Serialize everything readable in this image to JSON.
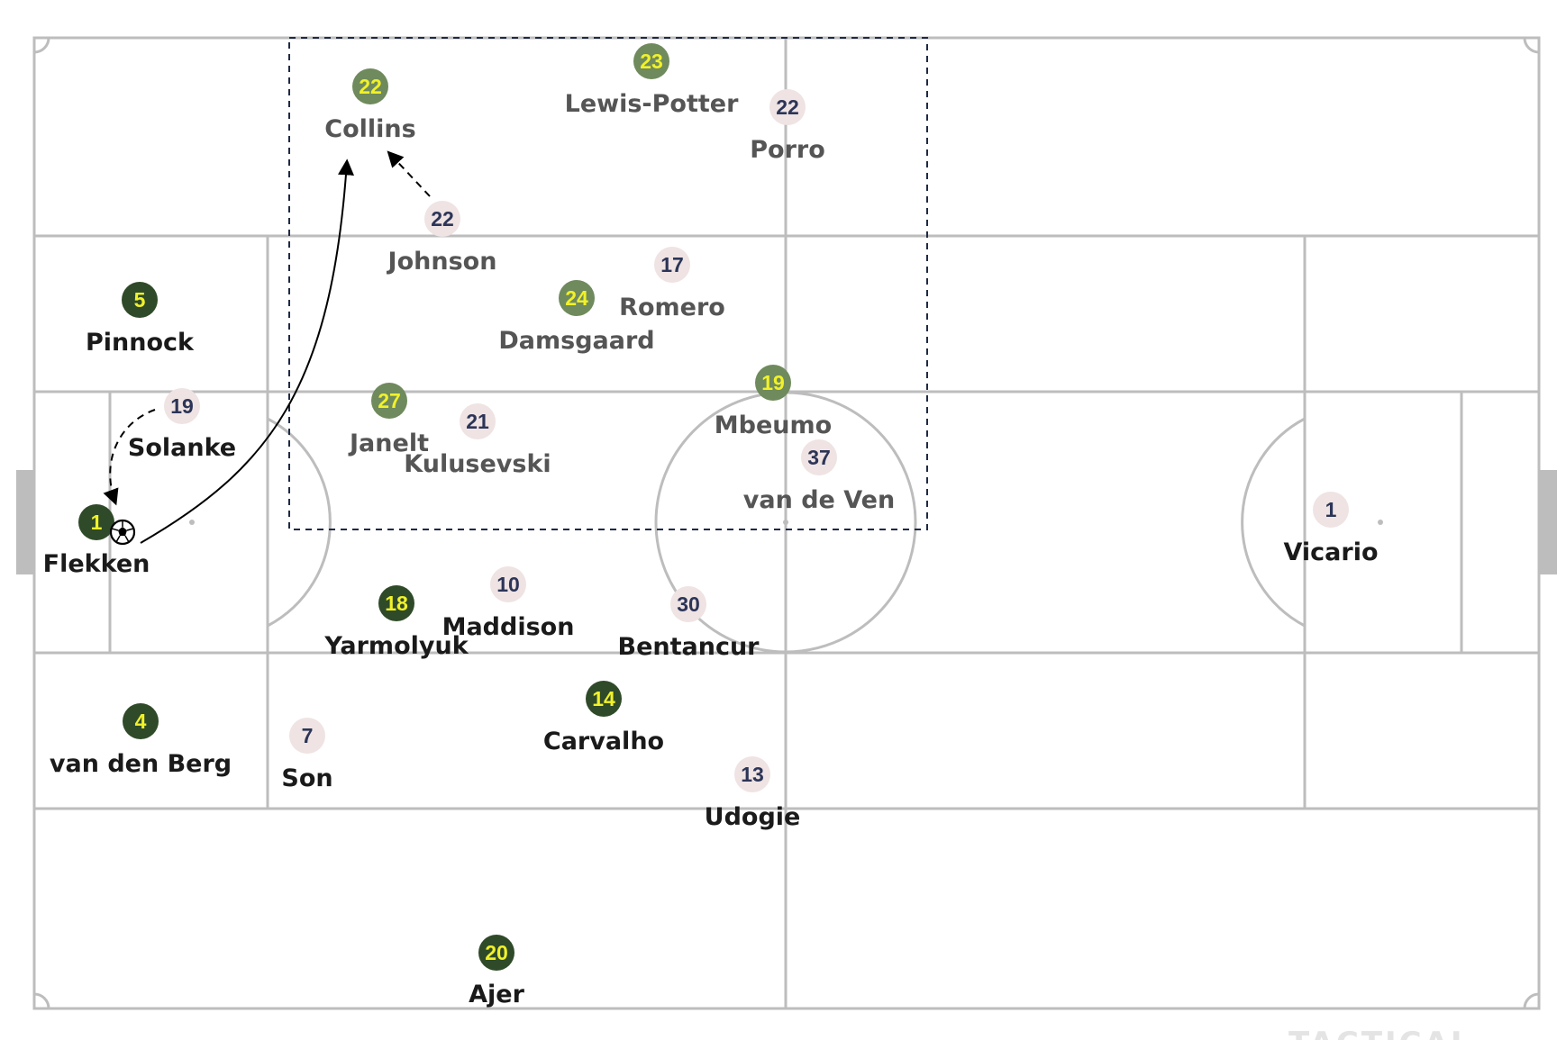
{
  "colors": {
    "line": "#bdbdbd",
    "goal": "#bdbdbd",
    "team_a_dark": "#2f4a28",
    "team_a_light": "#6f8a5c",
    "team_a_number": "#f1f12a",
    "team_b_fill": "#efe3e3",
    "team_b_number": "#2c3557",
    "label_dark": "#1a1a1a",
    "label_muted": "#555555",
    "zone": "#1f2a44",
    "arrow": "#000000"
  },
  "watermark": "TACTICAL",
  "players": [
    {
      "id": "flekken",
      "team": "a",
      "number": "1",
      "name": "Flekken",
      "shade": "dark"
    },
    {
      "id": "pinnock",
      "team": "a",
      "number": "5",
      "name": "Pinnock",
      "shade": "dark"
    },
    {
      "id": "vandenberg",
      "team": "a",
      "number": "4",
      "name": "van den Berg",
      "shade": "dark"
    },
    {
      "id": "ajer",
      "team": "a",
      "number": "20",
      "name": "Ajer",
      "shade": "dark"
    },
    {
      "id": "yarmolyuk",
      "team": "a",
      "number": "18",
      "name": "Yarmolyuk",
      "shade": "dark"
    },
    {
      "id": "carvalho",
      "team": "a",
      "number": "14",
      "name": "Carvalho",
      "shade": "dark"
    },
    {
      "id": "collins",
      "team": "a",
      "number": "22",
      "name": "Collins",
      "shade": "light"
    },
    {
      "id": "lewispotter",
      "team": "a",
      "number": "23",
      "name": "Lewis-Potter",
      "shade": "light"
    },
    {
      "id": "damsgaard",
      "team": "a",
      "number": "24",
      "name": "Damsgaard",
      "shade": "light"
    },
    {
      "id": "janelt",
      "team": "a",
      "number": "27",
      "name": "Janelt",
      "shade": "light"
    },
    {
      "id": "mbeumo",
      "team": "a",
      "number": "19",
      "name": "Mbeumo",
      "shade": "light"
    },
    {
      "id": "solanke",
      "team": "b",
      "number": "19",
      "name": "Solanke",
      "shade": "dark"
    },
    {
      "id": "johnson",
      "team": "b",
      "number": "22",
      "name": "Johnson",
      "shade": "light"
    },
    {
      "id": "porro",
      "team": "b",
      "number": "22",
      "name": "Porro",
      "shade": "light"
    },
    {
      "id": "romero",
      "team": "b",
      "number": "17",
      "name": "Romero",
      "shade": "light"
    },
    {
      "id": "kulusevski",
      "team": "b",
      "number": "21",
      "name": "Kulusevski",
      "shade": "light"
    },
    {
      "id": "vandeven",
      "team": "b",
      "number": "37",
      "name": "van de Ven",
      "shade": "light"
    },
    {
      "id": "maddison",
      "team": "b",
      "number": "10",
      "name": "Maddison",
      "shade": "dark"
    },
    {
      "id": "bentancur",
      "team": "b",
      "number": "30",
      "name": "Bentancur",
      "shade": "dark"
    },
    {
      "id": "son",
      "team": "b",
      "number": "7",
      "name": "Son",
      "shade": "dark"
    },
    {
      "id": "udogie",
      "team": "b",
      "number": "13",
      "name": "Udogie",
      "shade": "dark"
    },
    {
      "id": "vicario",
      "team": "b",
      "number": "1",
      "name": "Vicario",
      "shade": "dark"
    }
  ]
}
